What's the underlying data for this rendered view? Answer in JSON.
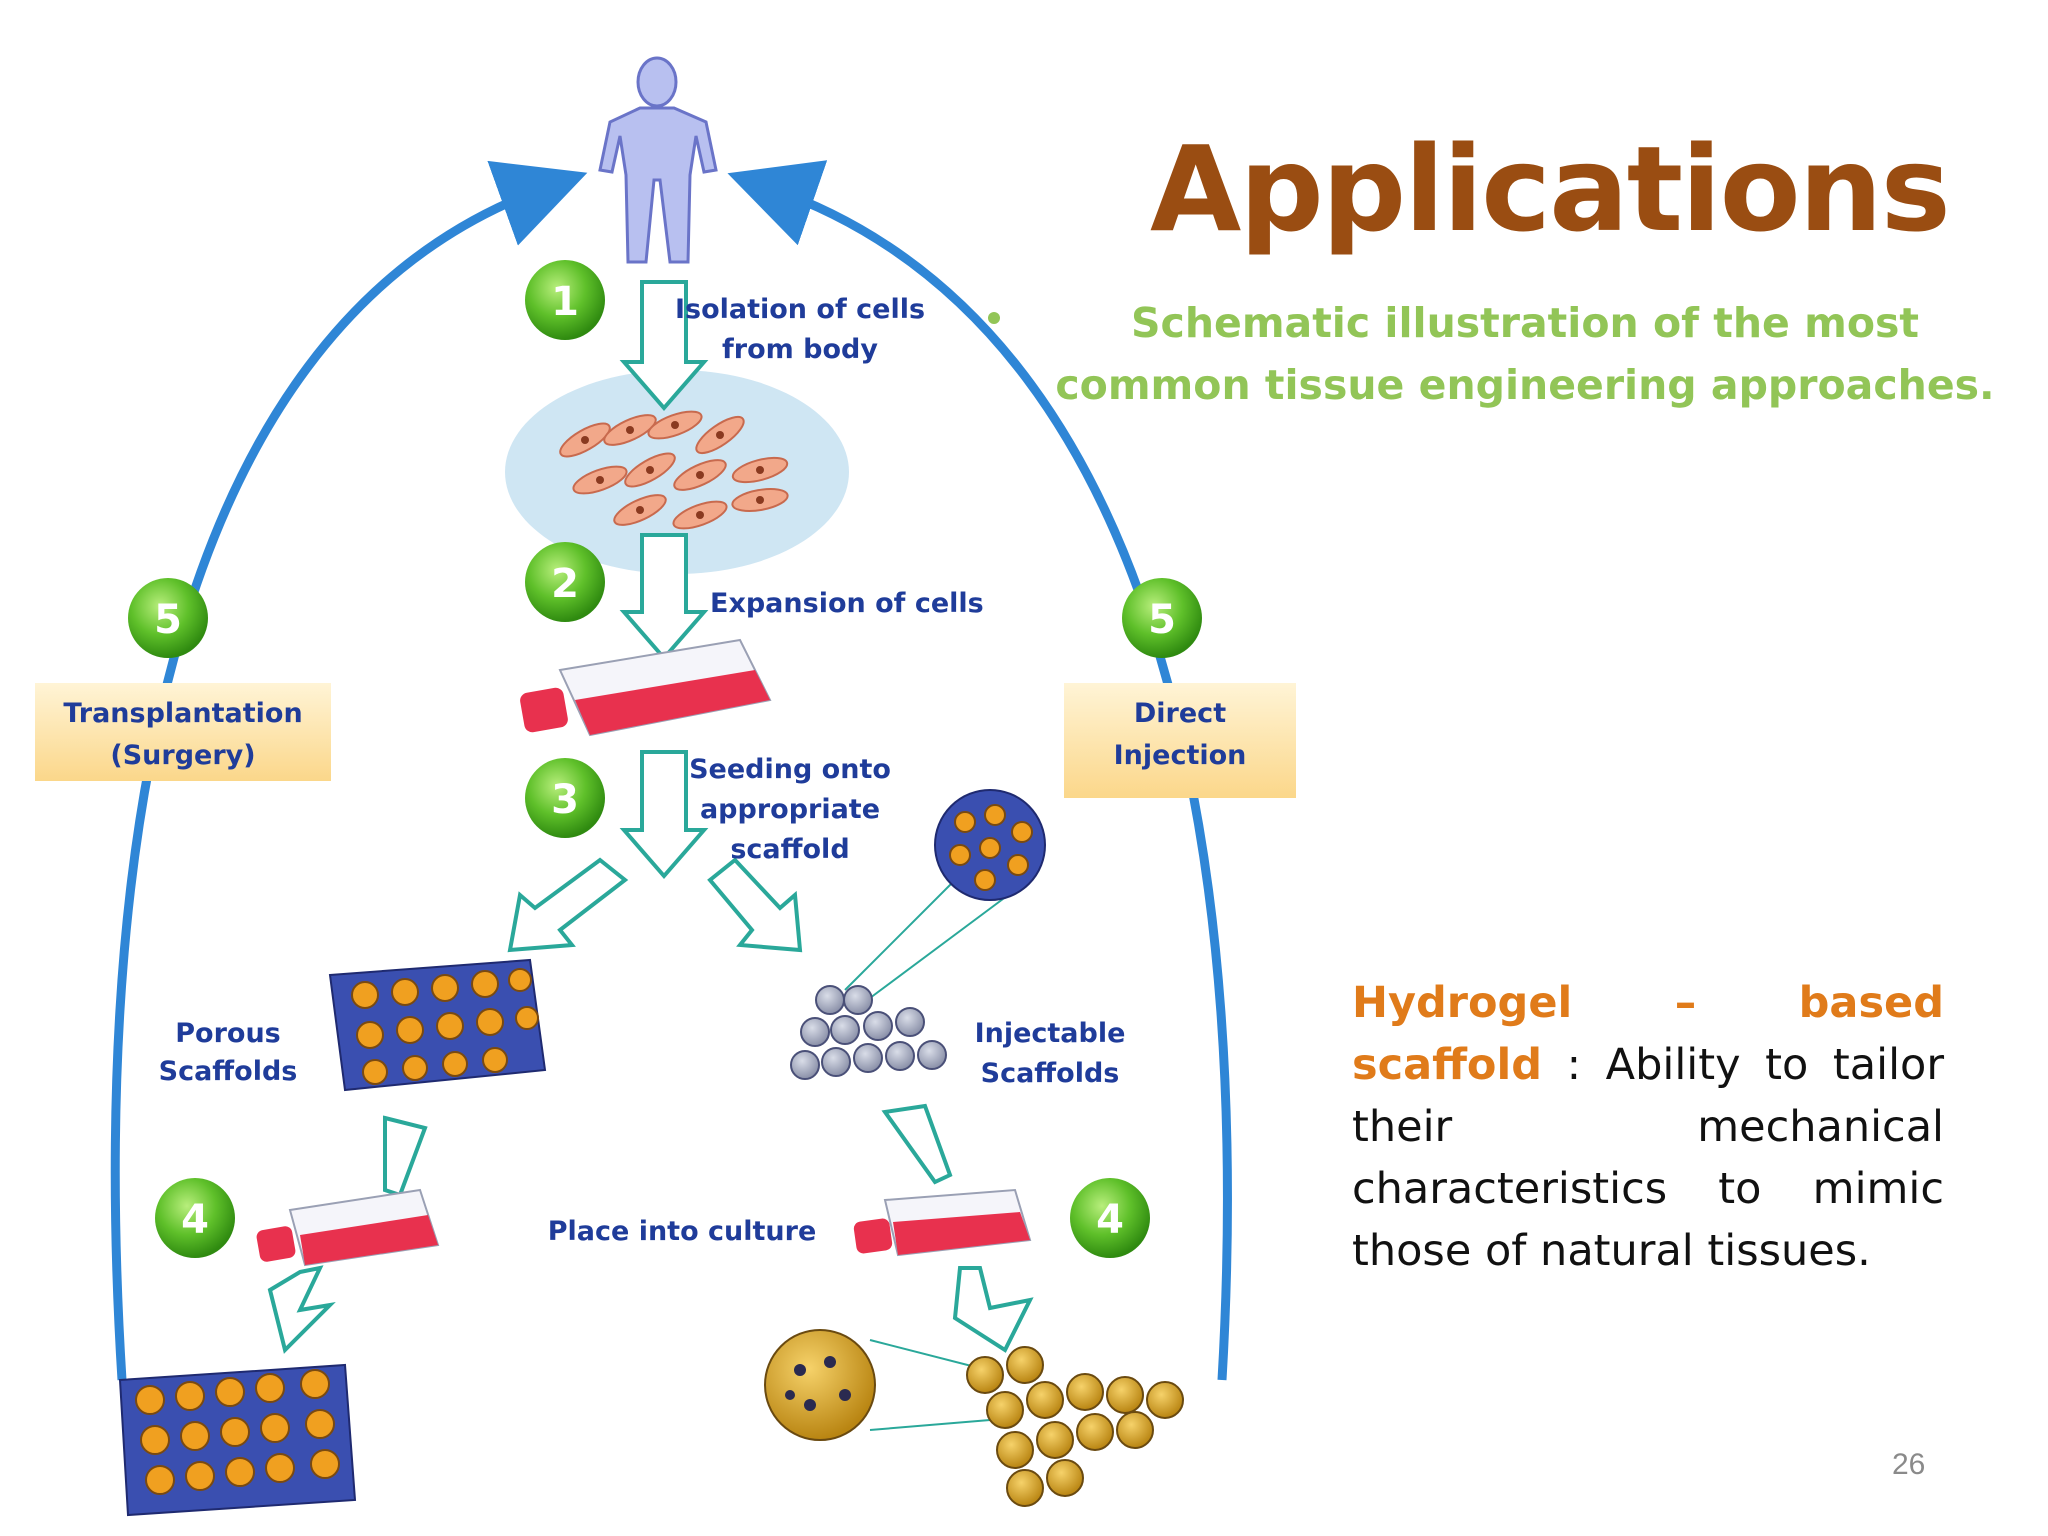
{
  "slide": {
    "title": "Applications",
    "subtitle": "Schematic illustration of the most common tissue engineering approaches.",
    "description_highlight": "Hydrogel – based scaffold",
    "description_rest": " : Ability to tailor their mechanical characteristics to mimic those of natural tissues.",
    "page_number": "26"
  },
  "diagram": {
    "steps": {
      "s1": "1",
      "s2": "2",
      "s3": "3",
      "s4a": "4",
      "s4b": "4",
      "s5a": "5",
      "s5b": "5"
    },
    "labels": {
      "isolation_1": "Isolation of cells",
      "isolation_2": "from body",
      "expansion": "Expansion of cells",
      "seeding_1": "Seeding onto",
      "seeding_2": "appropriate",
      "seeding_3": "scaffold",
      "porous_1": "Porous",
      "porous_2": "Scaffolds",
      "injectable_1": "Injectable",
      "injectable_2": "Scaffolds",
      "culture": "Place into culture",
      "transplant_1": "Transplantation",
      "transplant_2": "(Surgery)",
      "direct_1": "Direct",
      "direct_2": "Injection"
    },
    "colors": {
      "arc": "#2f86d6",
      "step_circle": "#5fc02a",
      "label_text": "#1f3c9a",
      "box_fill": "#fde3a8",
      "flask": "#e8314e",
      "cell": "#f0a080",
      "bead": "#d4a017"
    }
  }
}
